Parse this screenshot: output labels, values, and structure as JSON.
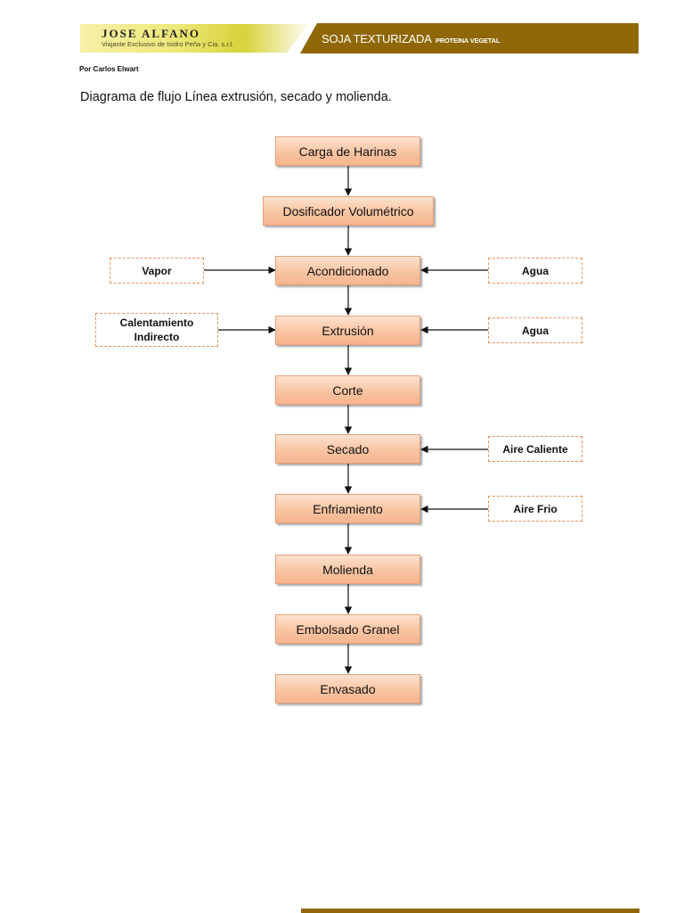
{
  "header": {
    "brand_name": "JOSE ALFANO",
    "brand_tagline": "Viajante Exclusivo de Isidro Peña y Cia. s.r.l.",
    "product_title": "SOJA TEXTURIZADA",
    "product_subtitle": "PROTEINA VEGETAL",
    "colors": {
      "bar": "#8f6707",
      "gradient": "#eee87a"
    }
  },
  "author": "Por Carlos Elwart",
  "title": "Diagrama de flujo Línea extrusión, secado y molienda.",
  "steps": [
    "Carga de Harinas",
    "Dosificador Volumétrico",
    "Acondicionado",
    "Extrusión",
    "Corte",
    "Secado",
    "Enfriamiento",
    "Molienda",
    "Embolsado Granel",
    "Envasado"
  ],
  "inputs": {
    "vapor": "Vapor",
    "agua_1": "Agua",
    "calentamiento": "Calentamiento Indirecto",
    "agua_2": "Agua",
    "aire_caliente": "Aire Caliente",
    "aire_frio": "Aire Frio"
  },
  "colors": {
    "step_fill": "#f9c7a6",
    "step_border": "#e8a27a",
    "input_border": "#e8925a"
  }
}
